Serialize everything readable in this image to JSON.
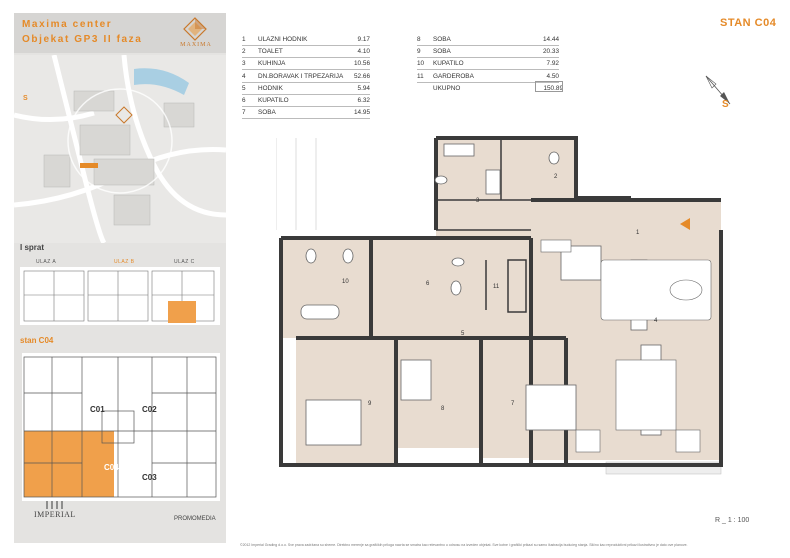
{
  "sidebar": {
    "project_line1": "Maxima center",
    "project_line2": "Objekat GP3 II faza",
    "logo_text": "MAXIMA",
    "map_compass": "S",
    "floor_label": "I sprat",
    "entrances": [
      "ULAZ A",
      "ULAZ B",
      "ULAZ C"
    ],
    "unit_label": "stan C04",
    "unit_names": [
      "C01",
      "C02",
      "C04",
      "C03"
    ],
    "developer": "IMPERIAL",
    "agency": "PROMOMEDIA"
  },
  "title": "STAN C04",
  "compass_label": "S",
  "rooms_left": [
    {
      "num": "1",
      "name": "ULAZNI HODNIK",
      "area": "9.17"
    },
    {
      "num": "2",
      "name": "TOALET",
      "area": "4.10"
    },
    {
      "num": "3",
      "name": "KUHINJA",
      "area": "10.56"
    },
    {
      "num": "4",
      "name": "DN.BORAVAK I TRPEZARIJA",
      "area": "52.66"
    },
    {
      "num": "5",
      "name": "HODNIK",
      "area": "5.94"
    },
    {
      "num": "6",
      "name": "KUPATILO",
      "area": "6.32"
    },
    {
      "num": "7",
      "name": "SOBA",
      "area": "14.95"
    }
  ],
  "rooms_right": [
    {
      "num": "8",
      "name": "SOBA",
      "area": "14.44"
    },
    {
      "num": "9",
      "name": "SOBA",
      "area": "20.33"
    },
    {
      "num": "10",
      "name": "KUPATILO",
      "area": "7.92"
    },
    {
      "num": "11",
      "name": "GARDEROBA",
      "area": "4.50"
    }
  ],
  "total": {
    "name": "UKUPNO",
    "area": "150.89"
  },
  "plan_labels": [
    "1",
    "2",
    "3",
    "4",
    "5",
    "6",
    "7",
    "8",
    "9",
    "10",
    "11"
  ],
  "scale": "R _ 1 : 100",
  "disclaimer": "©2012 Imperial Grading d.o.o.  Sve prava zadržana su sheme. Direktno merenje sa grafičkih priloga nacrta se smatra kao relevantno u odnosu na izveden objekat. Sve kotne i grafički prikazi su samo ilustracija budućeg stanja. Slično kao reproduktivni prikazi ilustrativno je dato ove planove.",
  "colors": {
    "accent": "#e58a28",
    "sidebar_bg": "#e4e3e1",
    "floor": "#e8dcd0",
    "wall": "#3a3a3a"
  }
}
